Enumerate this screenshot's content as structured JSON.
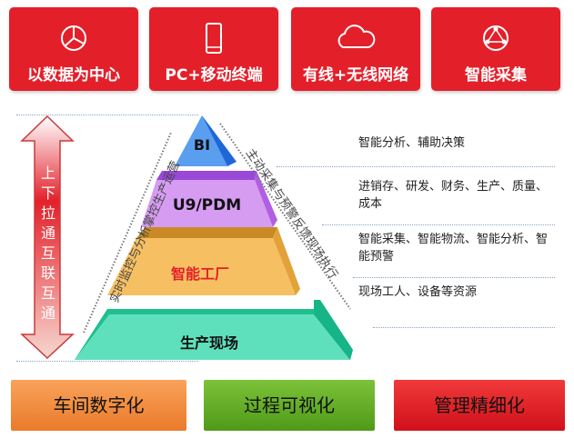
{
  "top_cards": [
    {
      "label": "以数据为中心",
      "icon": "pie-chart-icon"
    },
    {
      "label": "PC+移动终端",
      "icon": "mobile-phone-icon"
    },
    {
      "label": "有线+无线网络",
      "icon": "cloud-icon"
    },
    {
      "label": "智能采集",
      "icon": "network-globe-icon"
    }
  ],
  "pyramid": {
    "layers": [
      "BI",
      "U9/PDM",
      "智能工厂",
      "生产现场"
    ],
    "left_caption": "实时监控与分析掌控生产运营",
    "right_caption": "主动采集与预警反馈现场执行",
    "arrow_text": "上下拉通互联互通"
  },
  "descriptions": [
    "智能分析、辅助决策",
    "进销存、研发、财务、生产、质量、成本",
    "智能采集、智能物流、智能分析、智能预警",
    "现场工人、设备等资源"
  ],
  "bottom_bars": [
    {
      "label": "车间数字化",
      "color": "#f08a3c"
    },
    {
      "label": "过程可视化",
      "color": "#5fa520"
    },
    {
      "label": "管理精细化",
      "color": "#e3202a"
    }
  ],
  "colors": {
    "red": "#e3202a",
    "layer_factory_text": "#e3202a"
  }
}
